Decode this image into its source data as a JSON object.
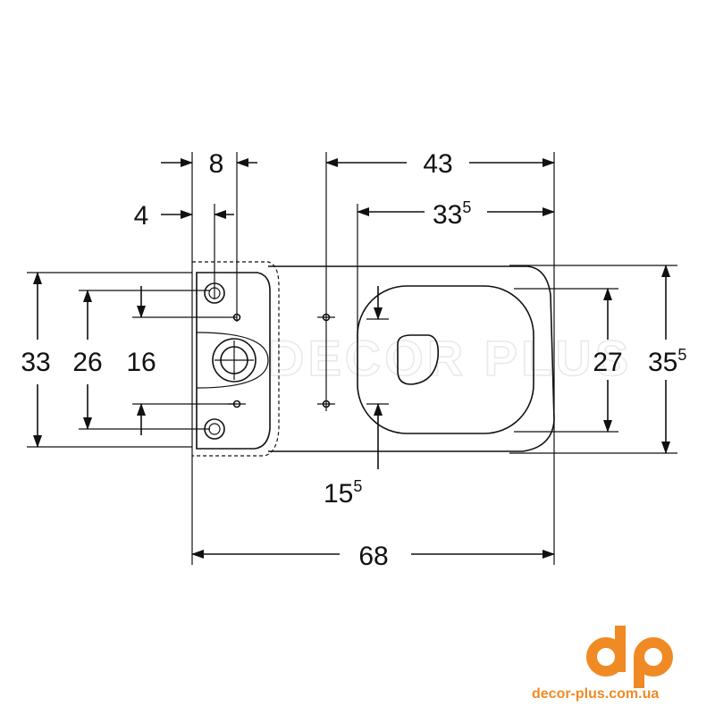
{
  "dimensions": {
    "d8": "8",
    "d4": "4",
    "d43": "43",
    "d33_5": {
      "main": "33",
      "sup": "5"
    },
    "d33": "33",
    "d26": "26",
    "d16": "16",
    "d27": "27",
    "d35_5": {
      "main": "35",
      "sup": "5"
    },
    "d15_5": {
      "main": "15",
      "sup": "5"
    },
    "d68": "68"
  },
  "watermark": "DECOR PLUS",
  "logo": {
    "mark": "dp",
    "url": "decor-plus.com.ua",
    "color": "#f08a24"
  }
}
